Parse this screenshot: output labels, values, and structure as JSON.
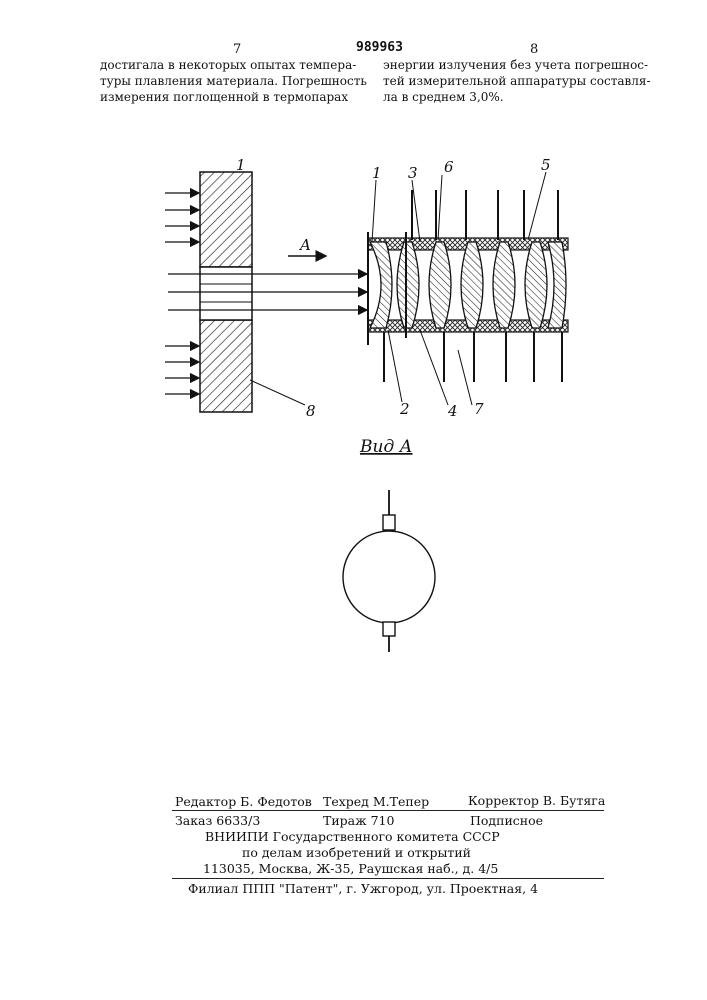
{
  "header": {
    "col_left_num": "7",
    "patent_num": "989963",
    "col_right_num": "8"
  },
  "text": {
    "left": [
      "достигала в некоторых опытах темпера-",
      "туры плавления материала. Погрешность",
      "измерения поглощенной в термопарах"
    ],
    "right": [
      "энергии излучения без учета погрешнос-",
      "тей измерительной аппаратуры составля-",
      "ла в среднем 3,0%."
    ]
  },
  "figure": {
    "labels": {
      "l1_top": "1",
      "l1": "1",
      "l2": "2",
      "l3": "3",
      "l4": "4",
      "l5": "5",
      "l6": "6",
      "l7": "7",
      "l8": "8",
      "arrow_a": "A"
    },
    "view_caption": "Вид А"
  },
  "colophon": {
    "editor": "Редактор Б. Федотов",
    "techred": "Техред М.Тепер",
    "corrector": "Корректор В. Бутяга",
    "order": "Заказ 6633/3",
    "circulation": "Тираж 710",
    "subscription": "Подписное",
    "org1": "ВНИИПИ Государственного комитета СССР",
    "org2": "по делам изобретений и открытий",
    "address": "113035, Москва, Ж-35, Раушская наб., д. 4/5",
    "branch": "Филиал ППП \"Патент\", г. Ужгород, ул. Проектная, 4"
  }
}
